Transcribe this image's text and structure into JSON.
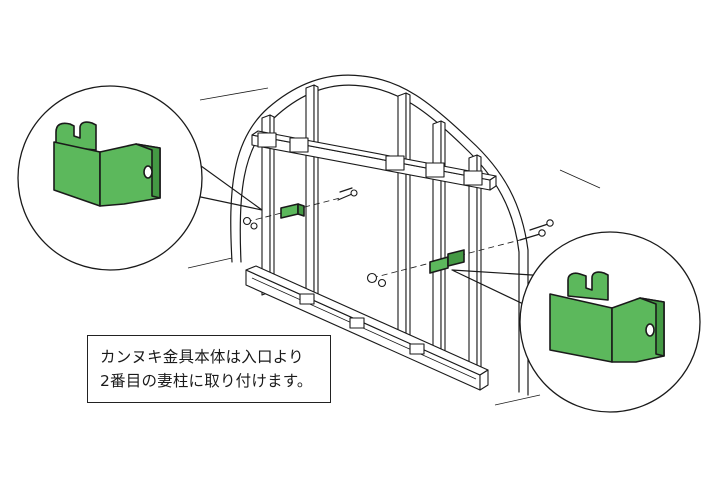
{
  "caption": {
    "line1": "カンヌキ金具本体は入口より",
    "line2": "2番目の妻柱に取り付けます。"
  },
  "colors": {
    "bracket_green": "#5cb85c",
    "bracket_green_dark": "#3f8f40",
    "outline": "#1a1a1a"
  },
  "icons": [
    "left-bracket-detail",
    "right-bracket-detail",
    "greenhouse-frame",
    "bolt",
    "nut"
  ]
}
